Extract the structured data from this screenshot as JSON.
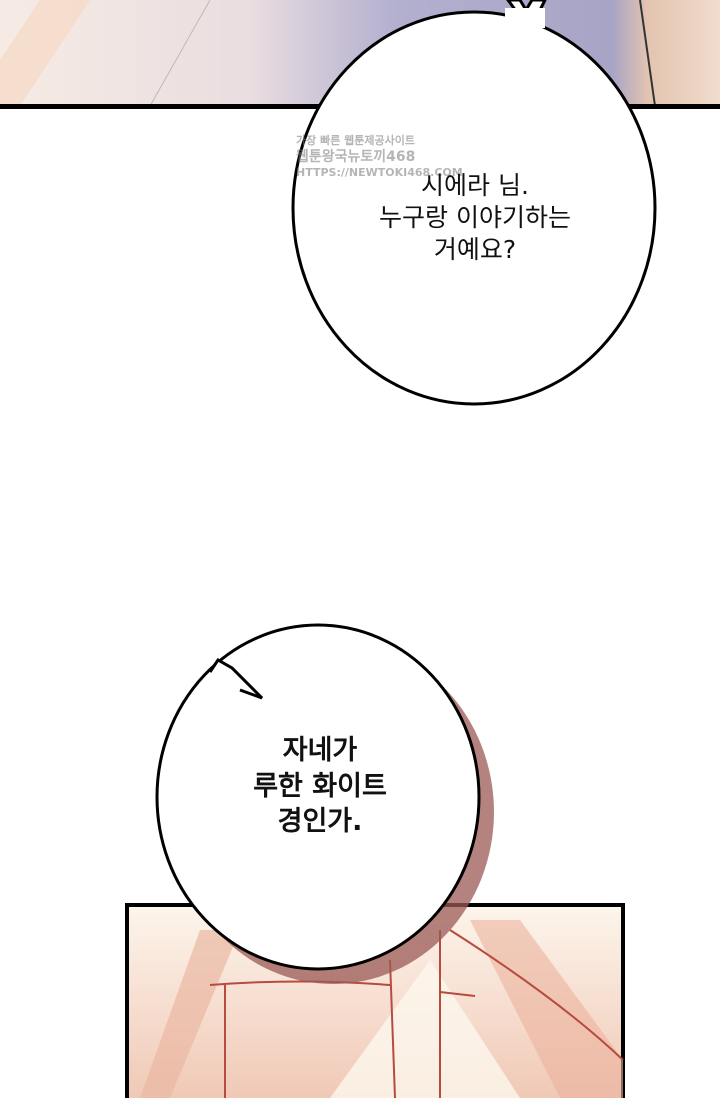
{
  "panels": [
    {
      "id": "top-panel",
      "bg_colors": [
        "#f3e6e0",
        "#a9a6c8",
        "#e8c9b4"
      ]
    },
    {
      "id": "bottom-panel",
      "bg_colors": [
        "#fdf3e8",
        "#e7a996",
        "#b5473f"
      ]
    }
  ],
  "bubbles": [
    {
      "lines": [
        "시에라 님.",
        "누구랑 이야기하는",
        "거예요?"
      ]
    },
    {
      "lines": [
        "자네가",
        "루한 화이트",
        "경인가."
      ]
    }
  ],
  "watermark": {
    "lines": [
      "가장 빠른 웹툰제공사이트",
      "웹툰왕국뉴토끼468",
      "HTTPS://NEWTOKI468.COM"
    ]
  }
}
